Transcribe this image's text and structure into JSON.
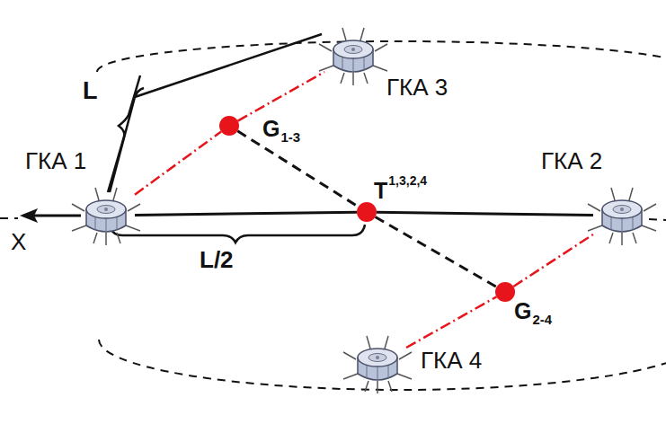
{
  "diagram": {
    "nodes": [
      {
        "text": [
          "ГКА 1"
        ]
      },
      {
        "text": [
          "ГКА 3"
        ]
      },
      {
        "text": [
          "G",
          "1-3"
        ]
      },
      {
        "text": [
          "T",
          "1,3,2,4"
        ]
      },
      {
        "text": [
          "ГКА 2"
        ]
      },
      {
        "text": [
          "G",
          "2-4"
        ]
      },
      {
        "text": [
          "ГКА 4"
        ]
      }
    ],
    "edges": [
      {
        "from": 0,
        "to": 2,
        "arrow": "none"
      },
      {
        "from": 2,
        "to": 1,
        "arrow": "none"
      },
      {
        "from": 2,
        "to": 3,
        "arrow": "none"
      },
      {
        "from": 3,
        "to": 5,
        "arrow": "none"
      },
      {
        "from": 6,
        "to": 5,
        "arrow": "none"
      },
      {
        "from": 5,
        "to": 4,
        "arrow": "none"
      },
      {
        "from": 4,
        "to": 3,
        "arrow": "none"
      },
      {
        "from": 3,
        "to": 0,
        "arrow": "none"
      }
    ],
    "labels": [
      "L",
      "L/2",
      "X"
    ]
  }
}
